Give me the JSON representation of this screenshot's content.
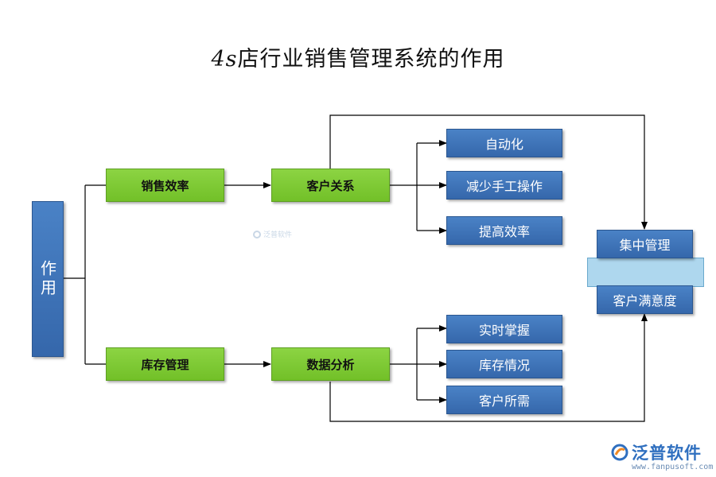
{
  "title": {
    "prefix": "4s",
    "text": "店行业销售管理系统的作用"
  },
  "root": {
    "label": "作用"
  },
  "branches": [
    {
      "label": "销售效率",
      "target": "客户关系",
      "leaves": [
        "自动化",
        "减少手工操作",
        "提高效率"
      ]
    },
    {
      "label": "库存管理",
      "target": "数据分析",
      "leaves": [
        "实时掌握",
        "库存情况",
        "客户所需"
      ]
    }
  ],
  "outcomes": [
    "集中管理",
    "客户满意度"
  ],
  "watermark": "泛普软件",
  "logo": {
    "name": "泛普软件",
    "url": "www.fanpusoft.com"
  },
  "colors": {
    "green": "#72c028",
    "blue": "#3567ab",
    "band": "#aed7ee"
  }
}
